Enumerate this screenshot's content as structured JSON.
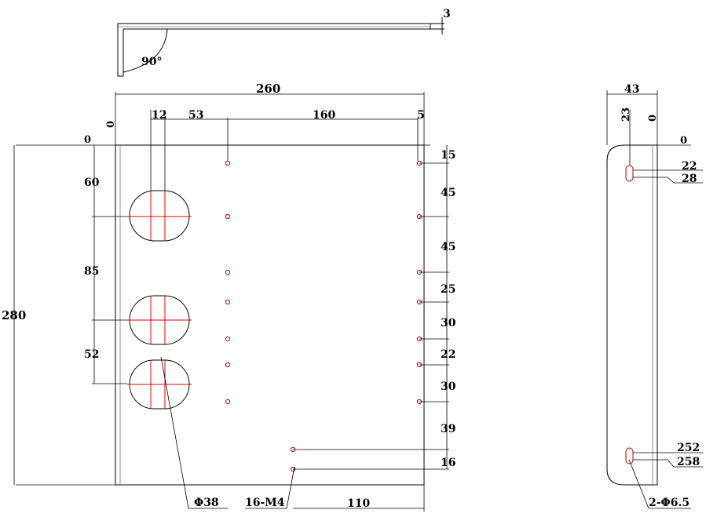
{
  "top_view": {
    "bend_angle": "90°",
    "thickness": "3"
  },
  "front_view": {
    "width_total": "260",
    "height_total": "280",
    "zero_x": "0",
    "zero_y": "0",
    "top_dims": [
      "12",
      "53",
      "160",
      "5"
    ],
    "left_dims": [
      "60",
      "85",
      "52"
    ],
    "right_dims": [
      "15",
      "45",
      "45",
      "25",
      "30",
      "22",
      "30",
      "39",
      "16"
    ],
    "bottom_dim": "110",
    "hole_large_label": "Φ38",
    "hole_small_label": "16-M4"
  },
  "side_view": {
    "width": "43",
    "top_offset": "23",
    "zero_x": "0",
    "zero_y": "0",
    "slot_top_dims": [
      "22",
      "28"
    ],
    "slot_bottom_dims": [
      "252",
      "258"
    ],
    "slot_label": "2-Φ6.5"
  }
}
